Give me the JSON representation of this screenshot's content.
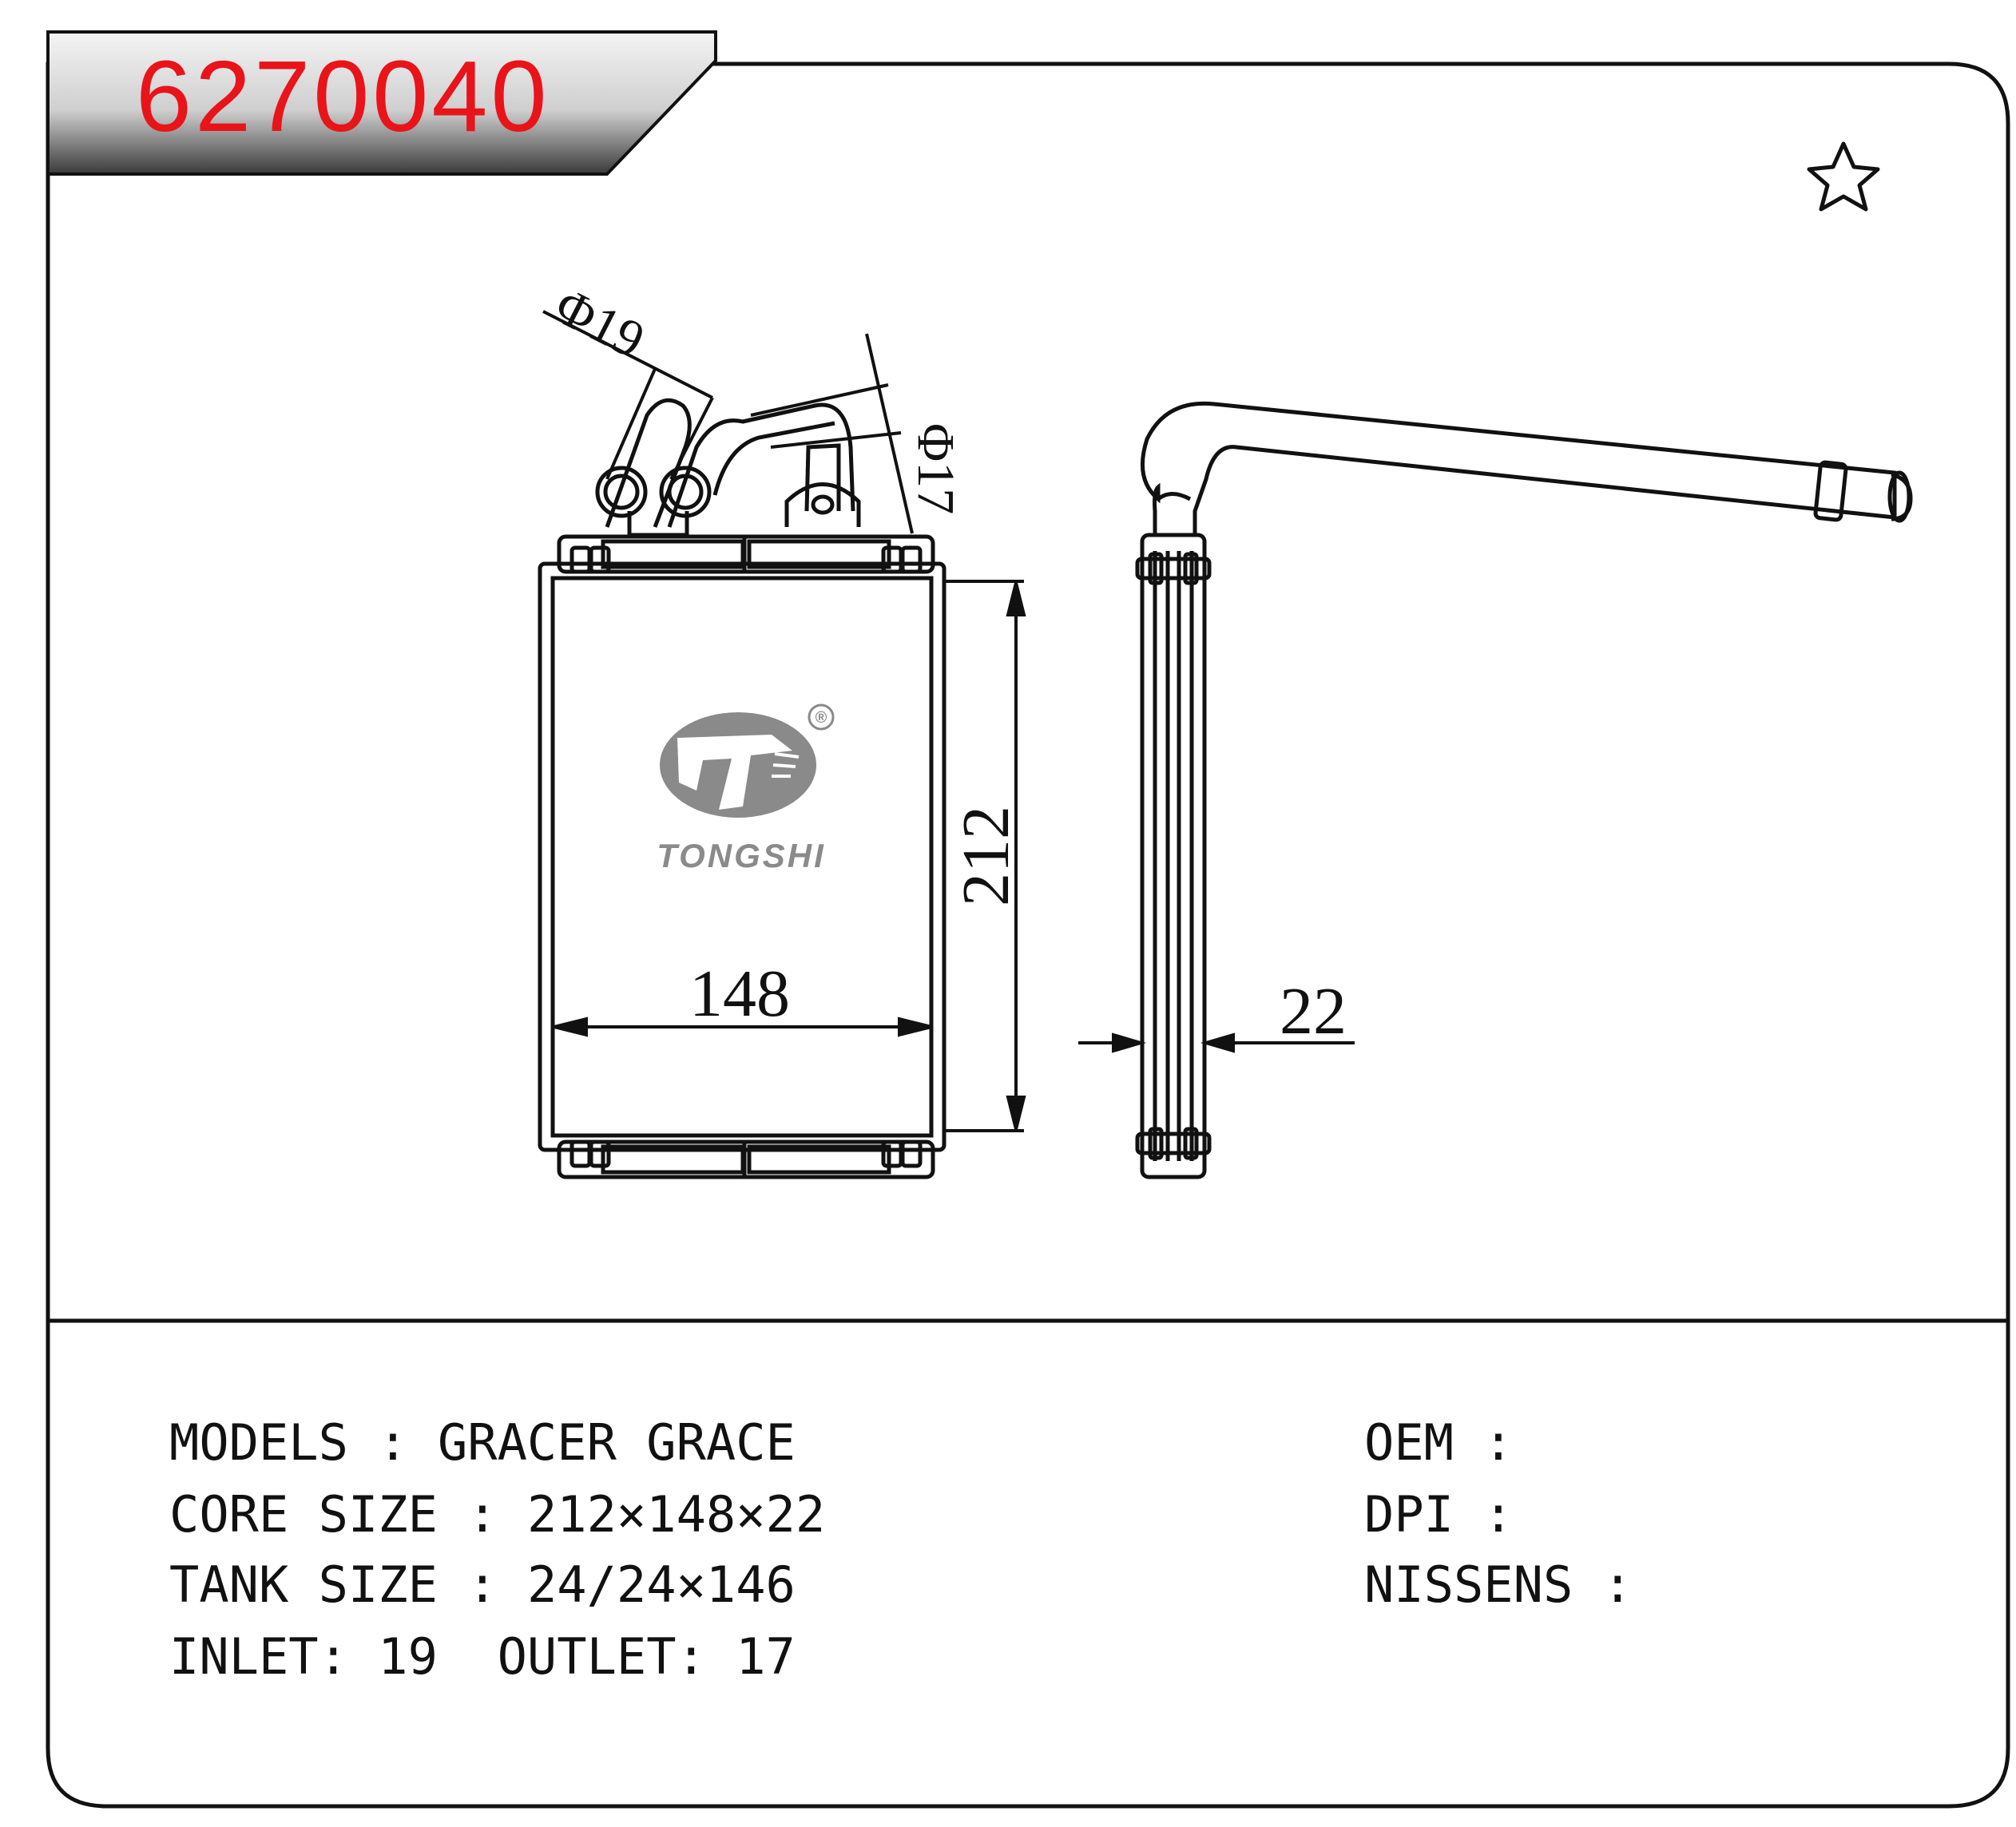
{
  "header": {
    "part_number": "6270040",
    "part_number_color": "#e8141a"
  },
  "favorite": {
    "icon": "star-outline-icon"
  },
  "drawing": {
    "dimensions": {
      "inlet_diameter": "Φ19",
      "outlet_diameter": "Φ17",
      "height": "212",
      "width": "148",
      "thickness": "22"
    },
    "logo": {
      "brand": "TONGSHI",
      "registered_mark": "®",
      "color": "#8a8a8a"
    }
  },
  "specs": {
    "models_label": "MODELS",
    "models_value": "GRACER GRACE",
    "core_size_label": "CORE SIZE",
    "core_size_value": "212×148×22",
    "tank_size_label": "TANK SIZE",
    "tank_size_value": "24/24×146",
    "inlet_label": "INLET",
    "inlet_value": "19",
    "outlet_label": "OUTLET",
    "outlet_value": "17"
  },
  "refs": {
    "oem_label": "OEM",
    "oem_value": "",
    "dpi_label": "DPI",
    "dpi_value": "",
    "nissens_label": "NISSENS",
    "nissens_value": ""
  }
}
